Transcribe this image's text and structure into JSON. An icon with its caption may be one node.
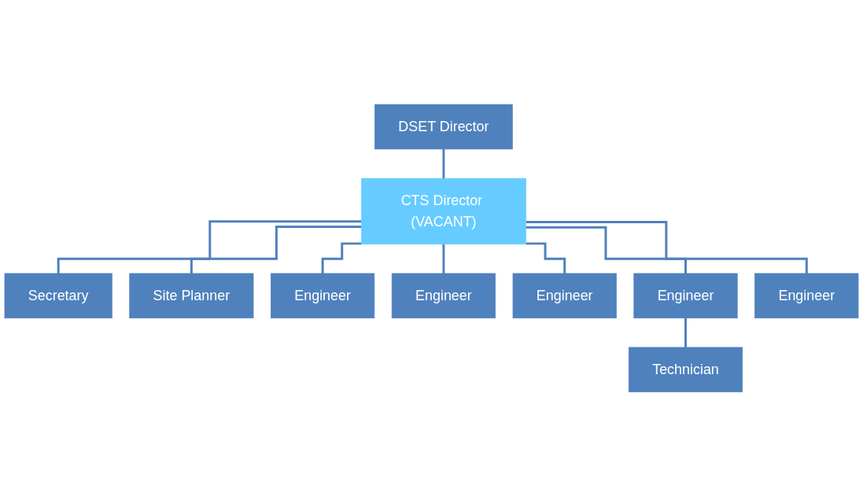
{
  "diagram": {
    "nodes": [
      {
        "text": [
          "DSET Director"
        ]
      },
      {
        "text": [
          "CTS Director (VACANT)"
        ]
      },
      {
        "text": [
          "Secretary"
        ]
      },
      {
        "text": [
          "Site Planner"
        ]
      },
      {
        "text": [
          "Engineer"
        ]
      },
      {
        "text": [
          "Engineer"
        ]
      },
      {
        "text": [
          "Engineer"
        ]
      },
      {
        "text": [
          "Engineer"
        ]
      },
      {
        "text": [
          "Engineer"
        ]
      },
      {
        "text": [
          "Technician"
        ]
      }
    ],
    "edges": [
      {
        "from": 0,
        "to": 1,
        "arrow": "none"
      },
      {
        "from": 1,
        "to": 2,
        "arrow": "none"
      },
      {
        "from": 1,
        "to": 3,
        "arrow": "none"
      },
      {
        "from": 1,
        "to": 4,
        "arrow": "none"
      },
      {
        "from": 1,
        "to": 5,
        "arrow": "none"
      },
      {
        "from": 1,
        "to": 6,
        "arrow": "none"
      },
      {
        "from": 1,
        "to": 7,
        "arrow": "none"
      },
      {
        "from": 1,
        "to": 8,
        "arrow": "none"
      },
      {
        "from": 7,
        "to": 9,
        "arrow": "none"
      }
    ]
  }
}
